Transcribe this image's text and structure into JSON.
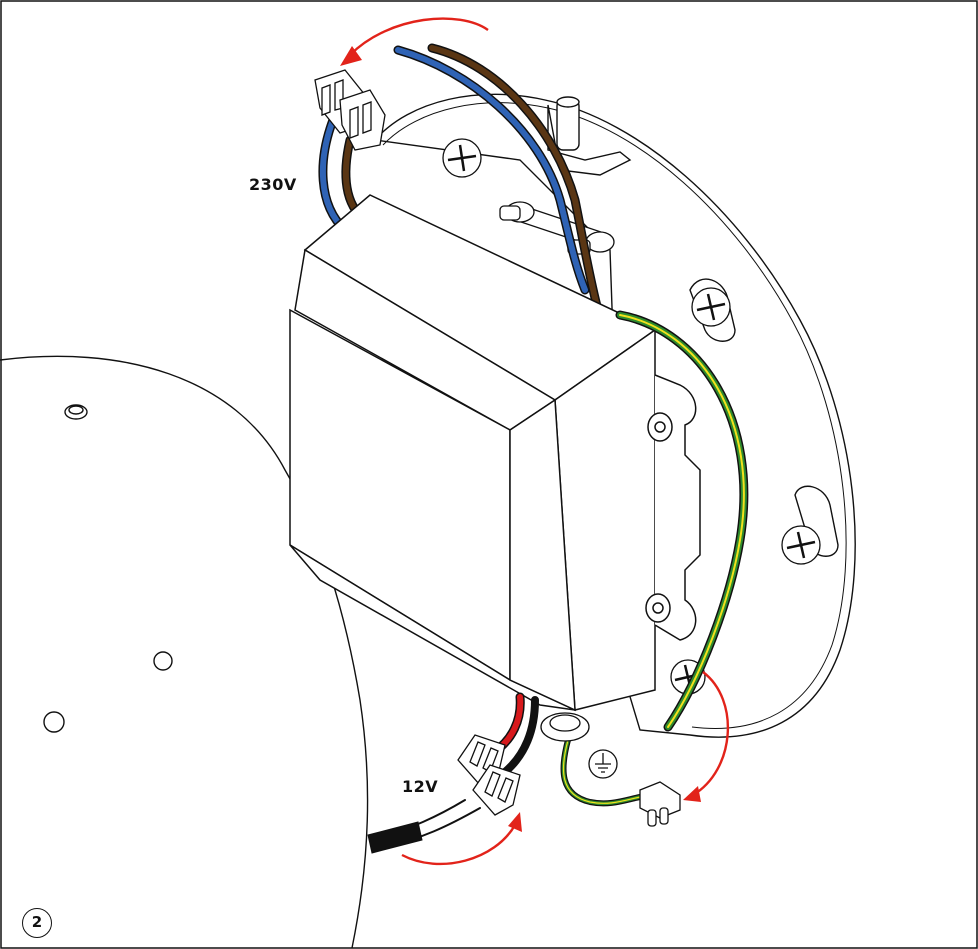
{
  "labels": {
    "mains_voltage": "230V",
    "low_voltage": "12V",
    "step_number": "2"
  },
  "icons": [
    "earth-ground-icon",
    "rotate-arrow-icon",
    "screw-icon",
    "wago-connector-icon"
  ],
  "colors": {
    "wire_blue": "#2f63b5",
    "wire_brown": "#5a3614",
    "wire_red": "#d7191c",
    "wire_black": "#111111",
    "wire_earth_green": "#2e8b2e",
    "wire_earth_yellow": "#f2e21c",
    "arrow_red": "#e2231a",
    "line": "#111111"
  }
}
